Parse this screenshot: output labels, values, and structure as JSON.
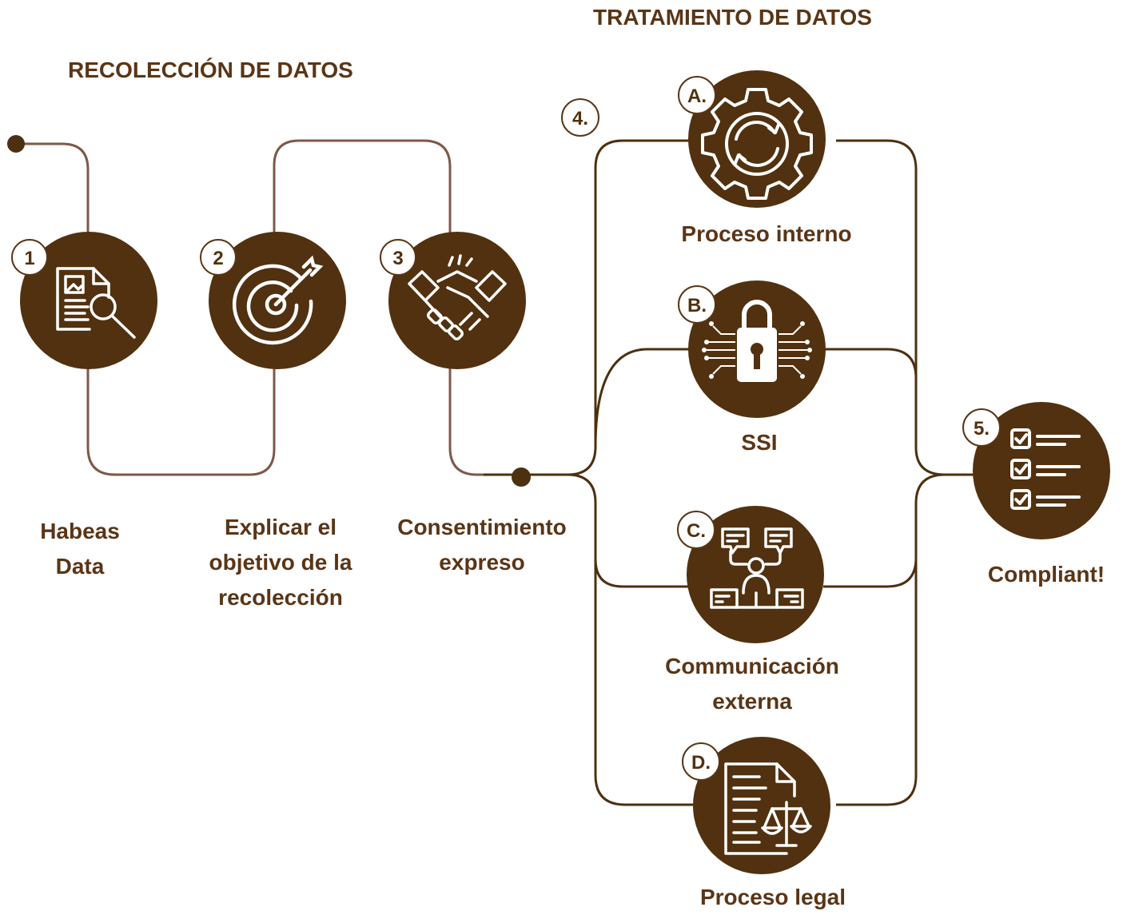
{
  "sections": {
    "collection_title": "RECOLECCIÓN DE DATOS",
    "treatment_title": "TRATAMIENTO DE DATOS"
  },
  "steps": [
    {
      "badge": "1",
      "label_lines": [
        "Habeas",
        "Data"
      ],
      "icon": "document-search-icon"
    },
    {
      "badge": "2",
      "label_lines": [
        "Explicar el",
        "objetivo de la",
        "recolección"
      ],
      "icon": "target-icon"
    },
    {
      "badge": "3",
      "label_lines": [
        "Consentimiento",
        "expreso"
      ],
      "icon": "handshake-icon"
    }
  ],
  "treatment": {
    "badge": "4.",
    "branches": [
      {
        "badge": "A.",
        "label_lines": [
          "Proceso interno"
        ],
        "icon": "gear-cycle-icon"
      },
      {
        "badge": "B.",
        "label_lines": [
          "SSI"
        ],
        "icon": "circuit-lock-icon"
      },
      {
        "badge": "C.",
        "label_lines": [
          "Communicación",
          "externa"
        ],
        "icon": "communication-network-icon"
      },
      {
        "badge": "D.",
        "label_lines": [
          "Proceso legal"
        ],
        "icon": "legal-document-icon"
      }
    ]
  },
  "result": {
    "badge": "5.",
    "label_lines": [
      "Compliant!"
    ],
    "icon": "checklist-icon"
  },
  "colors": {
    "circle": "#51310f",
    "line_light": "#7d5848",
    "line_dark": "#4c300f",
    "text": "#5a3516"
  }
}
